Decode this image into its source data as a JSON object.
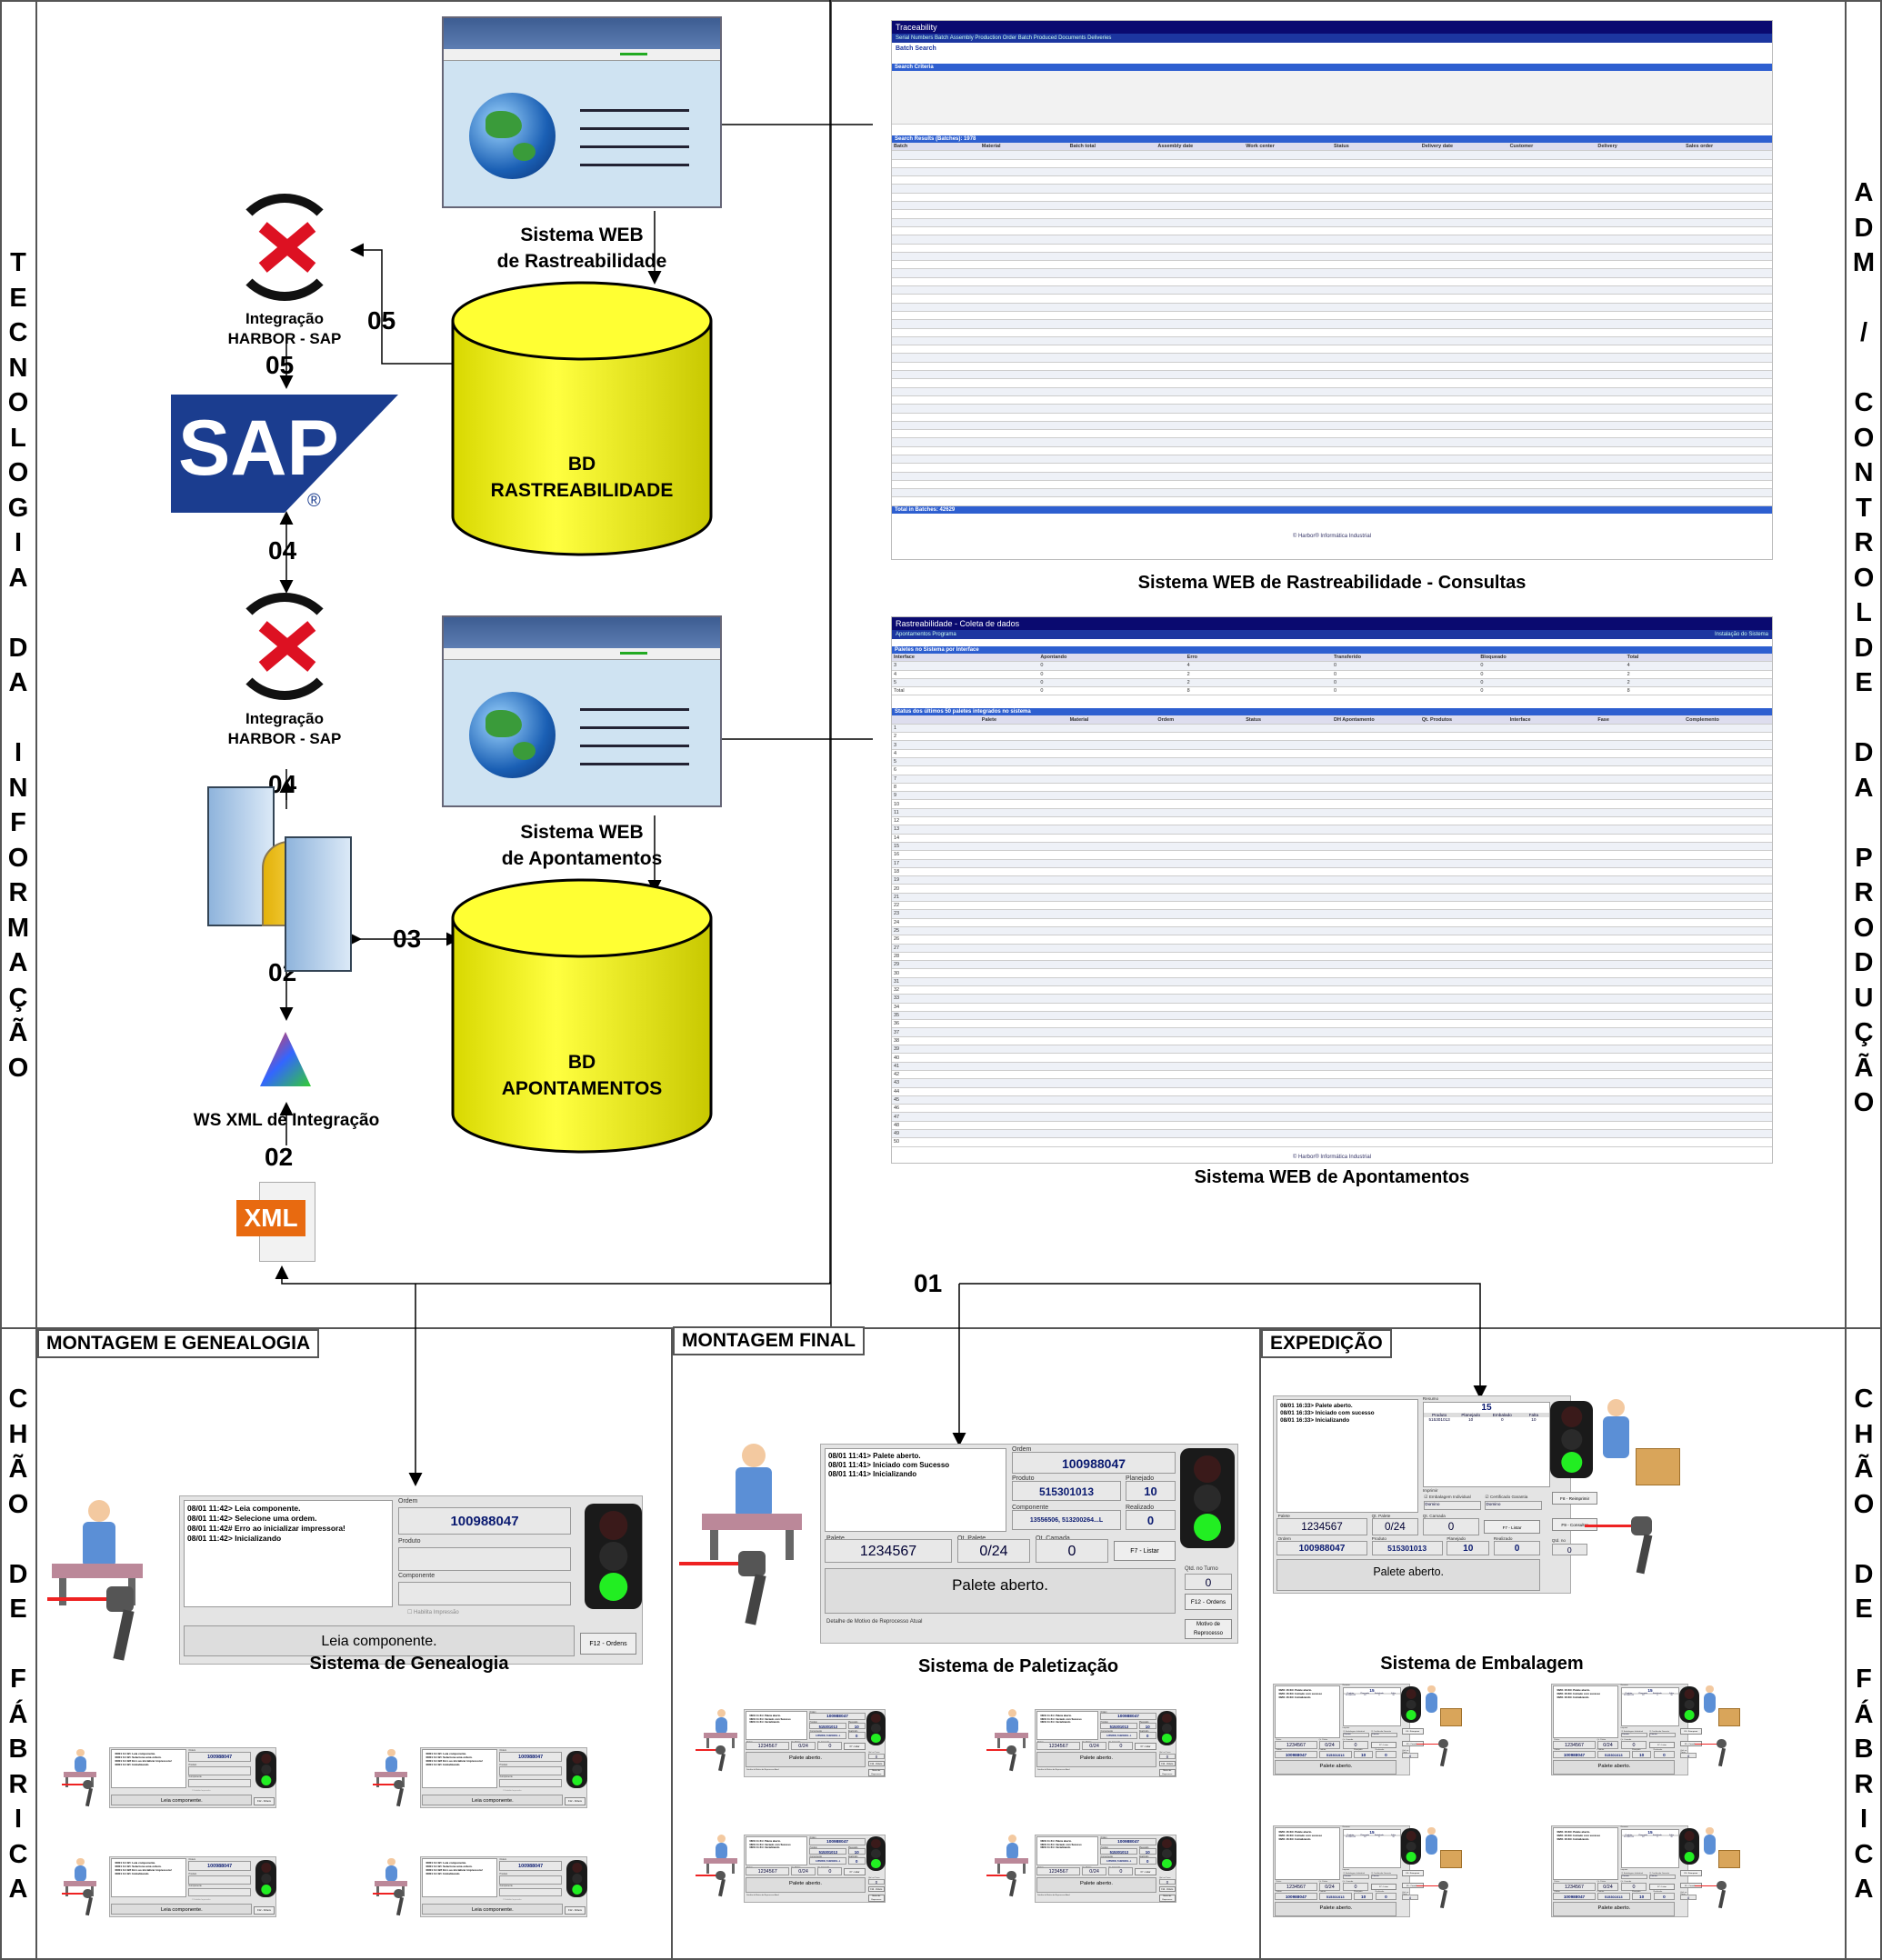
{
  "side": {
    "left_top": [
      "T",
      "E",
      "C",
      "N",
      "O",
      "L",
      "O",
      "G",
      "I",
      "A",
      "",
      "D",
      "A",
      "",
      "I",
      "N",
      "F",
      "O",
      "R",
      "M",
      "A",
      "Ç",
      "Ã",
      "O"
    ],
    "right_top": [
      "A",
      "D",
      "M",
      "",
      "/",
      "",
      "C",
      "O",
      "N",
      "T",
      "R",
      "O",
      "L",
      "D",
      "E",
      "",
      "D",
      "A",
      "",
      "P",
      "R",
      "O",
      "D",
      "U",
      "Ç",
      "Ã",
      "O"
    ],
    "left_bottom": [
      "C",
      "H",
      "Ã",
      "O",
      "",
      "D",
      "E",
      "",
      "F",
      "Á",
      "B",
      "R",
      "I",
      "C",
      "A"
    ],
    "right_bottom": [
      "C",
      "H",
      "Ã",
      "O",
      "",
      "D",
      "E",
      "",
      "F",
      "Á",
      "B",
      "R",
      "I",
      "C",
      "A"
    ]
  },
  "nodes": {
    "web_rast": "Sistema WEB\nde Rastreabilidade",
    "web_apont": "Sistema WEB\nde Apontamentos",
    "db_rast": "BD\nRASTREABILIDADE",
    "db_apont": "BD\nAPONTAMENTOS",
    "integ1": "Integração\nHARBOR - SAP",
    "integ2": "Integração\nHARBOR - SAP",
    "ws": "WS XML de Integração",
    "sap": "SAP",
    "xml": "XML"
  },
  "numbers": {
    "n05a": "05",
    "n05b": "05",
    "n04a": "04",
    "n04b": "04",
    "n03": "03",
    "n02a": "02",
    "n02b": "02",
    "n01": "01"
  },
  "captions": {
    "consultas": "Sistema WEB de Rastreabilidade - Consultas",
    "apontamentos": "Sistema WEB de Apontamentos",
    "genealogia": "Sistema de Genealogia",
    "paletizacao": "Sistema de Paletização",
    "embalagem": "Sistema de Embalagem"
  },
  "sections": {
    "montagem": "MONTAGEM E GENEALOGIA",
    "final": "MONTAGEM FINAL",
    "expedicao": "EXPEDIÇÃO"
  },
  "web1": {
    "title": "Traceability",
    "nav": "Serial Numbers   Batch Assembly   Production Order   Batch Produced   Documents   Deliveries",
    "sub": "Batch Search",
    "criteria": "Search Criteria",
    "results": "Search Results (Batches): 1978",
    "total": "Total in Batches: 42629",
    "cols": [
      "Batch",
      "Material",
      "Batch total",
      "Assembly date",
      "Work center",
      "Status",
      "Delivery date",
      "Customer",
      "Delivery",
      "Sales order"
    ],
    "footer": "© Harbor® Informática Industrial"
  },
  "web2": {
    "title": "Rastreabilidade - Coleta de dados",
    "nav": "Apontamentos   Programa",
    "nav_right": "Instalação do Sistema",
    "bar1": "Paletes no Sistema por Interface",
    "bar1_cols": [
      "Interface",
      "Apontando",
      "Erro",
      "Transferido",
      "Bloqueado",
      "Total"
    ],
    "bar1_rows": [
      [
        "3",
        "0",
        "4",
        "0",
        "0",
        "4"
      ],
      [
        "4",
        "0",
        "2",
        "0",
        "0",
        "2"
      ],
      [
        "5",
        "0",
        "2",
        "0",
        "0",
        "2"
      ],
      [
        "Total",
        "0",
        "8",
        "0",
        "0",
        "8"
      ]
    ],
    "bar2": "Status dos últimos 50 paletes integrados no sistema",
    "bar2_cols": [
      "",
      "Palete",
      "Material",
      "Ordem",
      "Status",
      "DH Apontamento",
      "Qt. Produtos",
      "Interface",
      "Fase",
      "Complemento"
    ],
    "footer": "© Harbor® Informática Industrial"
  },
  "genealogia": {
    "log": "08/01 11:42> Leia componente.\n08/01 11:42> Selecione uma ordem.\n08/01 11:42# Erro ao inicializar impressora!\n08/01 11:42> Inicializando",
    "ordem_label": "Ordem",
    "ordem": "100988047",
    "produto_label": "Produto",
    "componente_label": "Componente",
    "habilita": "Habilita Impressão",
    "status": "Leia componente.",
    "btn": "F12 - Ordens"
  },
  "paletizacao": {
    "log": "08/01 11:41> Palete aberto.\n08/01 11:41> Iniciado com Sucesso\n08/01 11:41> Inicializando",
    "ordem_label": "Ordem",
    "ordem": "100988047",
    "produto_label": "Produto",
    "produto": "515301013",
    "planejado_label": "Planejado",
    "planejado": "10",
    "componente_label": "Componente",
    "componente": "13556506, 513200264...L",
    "realizado_label": "Realizado",
    "realizado": "0",
    "palete_label": "Palete",
    "palete": "1234567",
    "qtpalete_label": "Qt. Palete",
    "qtpalete": "0/24",
    "qtcamada_label": "Qt. Camada",
    "qtcamada": "0",
    "btn_listar": "F7 - Listar",
    "qtd_turno_label": "Qtd. no Turno",
    "qtd_turno": "0",
    "btn_ordens": "F12 - Ordens",
    "status": "Palete aberto.",
    "motivo_label": "Detalhe de Motivo de Reprocesso Atual",
    "btn_motivo": "Motivo de Reprocesso"
  },
  "embalagem": {
    "log": "08/01 16:33> Palete aberto.\n08/01 16:33> Iniciado com sucesso\n08/01 16:33> Inicializando",
    "resumo_label": "Resumo",
    "resumo_total": "15",
    "resumo_cols": [
      "Produto",
      "Planejado",
      "Embalado",
      "Falta"
    ],
    "resumo_row": [
      "515301013",
      "10",
      "0",
      "10"
    ],
    "imprimir": "Imprimir",
    "emb_ind": "Embalagem Individual",
    "cert": "Certificado Garantia",
    "dom1": "Domino",
    "dom2": "Domino",
    "btn_reimp": "F8 - Reimprimir",
    "btn_cons": "F9 - Consultar",
    "palete_label": "Palete",
    "palete": "1234567",
    "qtpalete_label": "Qt. Palete",
    "qtpalete": "0/24",
    "qtcamada_label": "Qt. Camada",
    "qtcamada": "0",
    "btn_listar": "F7 - Listar",
    "ordem_label": "Ordem",
    "ordem": "100988047",
    "produto_label": "Produto",
    "produto": "515301013",
    "planejado_label": "Planejado",
    "planejado": "10",
    "realizado_label": "Realizado",
    "realizado": "0",
    "qtd_turno_label": "Qtd. no Turno",
    "qtd_turno": "0",
    "status": "Palete aberto."
  },
  "colors": {
    "db_fill": "#ffff33",
    "sap_blue": "#1b3d8f",
    "web_header": "#0a0a70",
    "bar_blue": "#2e5fd0",
    "tl_green": "#22ee22"
  }
}
